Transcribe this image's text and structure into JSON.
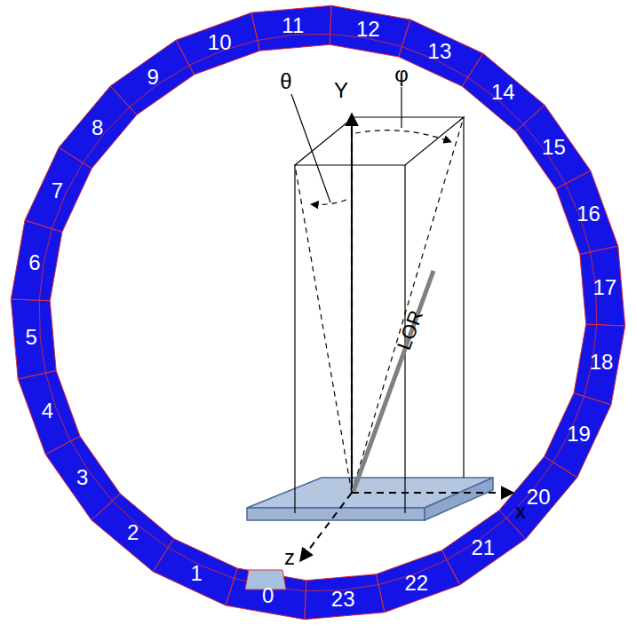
{
  "diagram": {
    "labels": [
      "0",
      "1",
      "2",
      "3",
      "4",
      "5",
      "6",
      "7",
      "8",
      "9",
      "10",
      "11",
      "12",
      "13",
      "14",
      "15",
      "16",
      "17",
      "18",
      "19",
      "20",
      "21",
      "22",
      "23",
      "Y",
      "x",
      "z",
      "θ",
      "φ",
      "LOR"
    ]
  }
}
